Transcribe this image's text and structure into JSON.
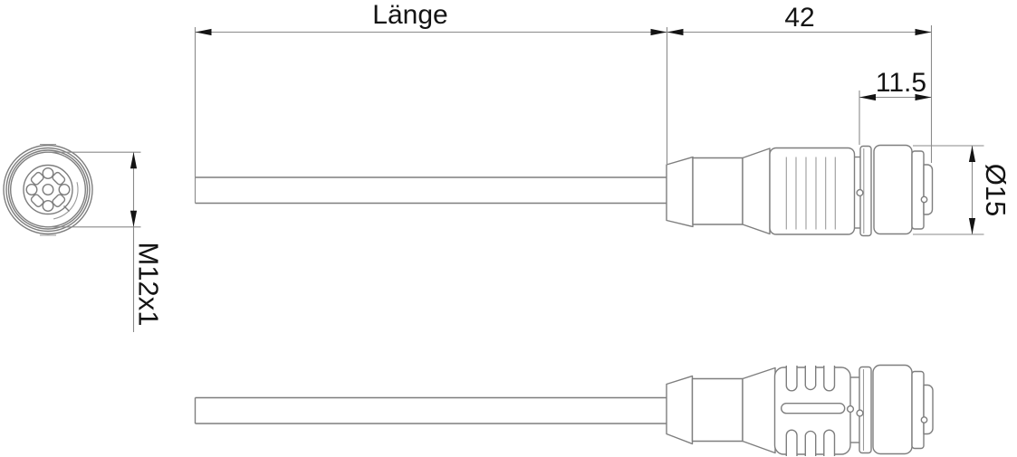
{
  "colors": {
    "background": "#ffffff",
    "outline": "#7e7e7e",
    "dimension_line": "#8a8a8a",
    "text": "#141414"
  },
  "dimensions": {
    "length_label": "Länge",
    "connector_length": "42",
    "cap_length": "11.5",
    "cap_diameter": "Ø15",
    "thread": "M12x1"
  }
}
